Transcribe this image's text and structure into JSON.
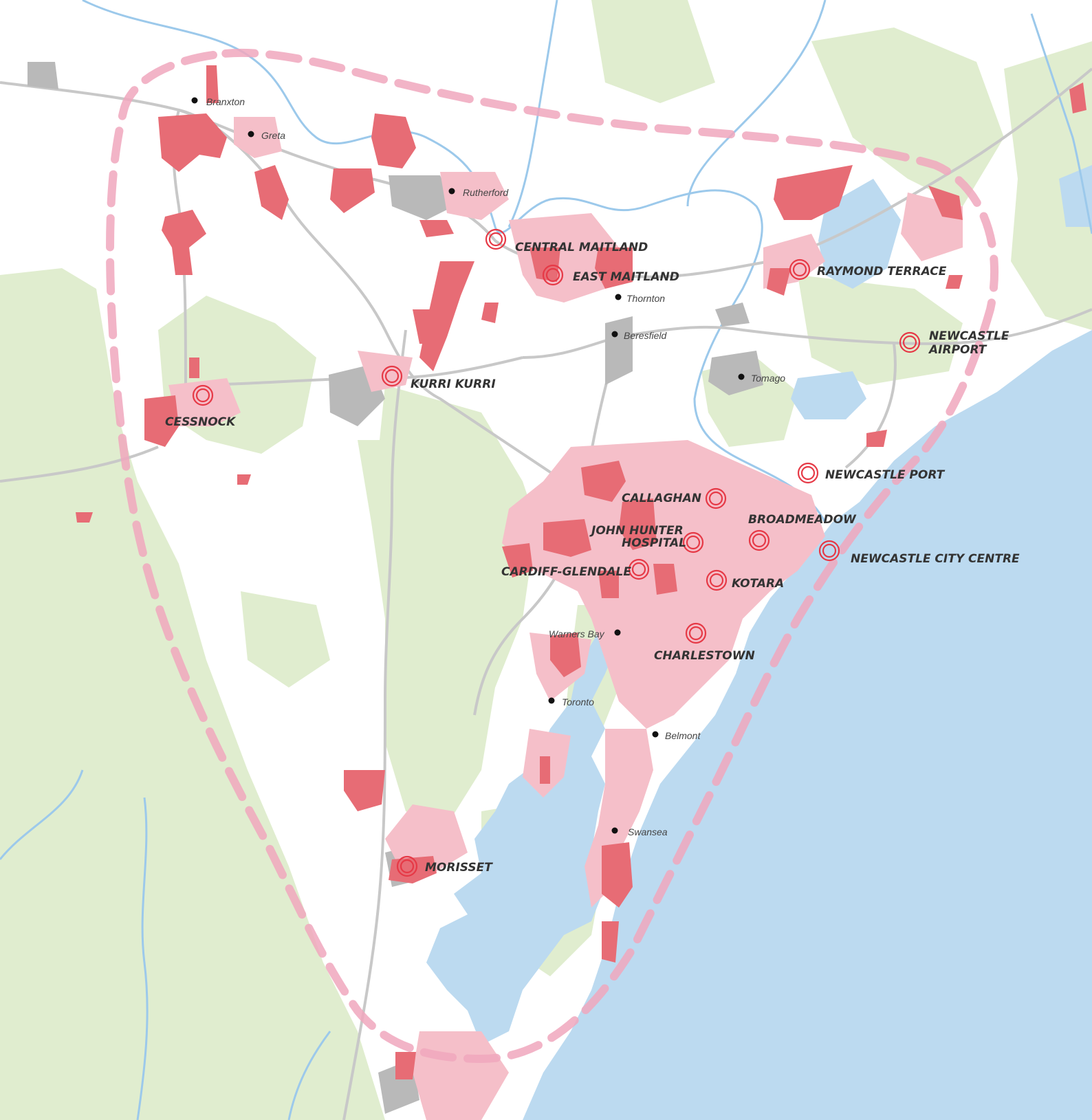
{
  "colors": {
    "ocean": "#bcdaf0",
    "lake": "#bcdaf0",
    "river": "#9cc9eb",
    "bushland": "#e0edcf",
    "urban": "#f5bfc9",
    "growth_area": "#e76c75",
    "industrial": "#b9b9b9",
    "road": "#c8c8c8",
    "boundary": "#f0a7bd",
    "center_marker": "#e63946",
    "label": "#333333"
  },
  "icons": {
    "strategic_center": "double-ring-icon",
    "town": "dot-icon"
  },
  "strategic_centers": [
    {
      "id": "central-maitland",
      "label": "CENTRAL MAITLAND",
      "line2": ""
    },
    {
      "id": "east-maitland",
      "label": "EAST MAITLAND",
      "line2": ""
    },
    {
      "id": "raymond-terrace",
      "label": "RAYMOND TERRACE",
      "line2": ""
    },
    {
      "id": "newcastle-airport",
      "label": "NEWCASTLE",
      "line2": "AIRPORT"
    },
    {
      "id": "kurri-kurri",
      "label": "KURRI KURRI",
      "line2": ""
    },
    {
      "id": "cessnock",
      "label": "CESSNOCK",
      "line2": ""
    },
    {
      "id": "newcastle-port",
      "label": "NEWCASTLE PORT",
      "line2": ""
    },
    {
      "id": "callaghan",
      "label": "CALLAGHAN",
      "line2": ""
    },
    {
      "id": "broadmeadow",
      "label": "BROADMEADOW",
      "line2": ""
    },
    {
      "id": "john-hunter-hospital",
      "label": "JOHN HUNTER",
      "line2": "HOSPITAL"
    },
    {
      "id": "newcastle-city-centre",
      "label": "NEWCASTLE CITY CENTRE",
      "line2": ""
    },
    {
      "id": "cardiff-glendale",
      "label": "CARDIFF-GLENDALE",
      "line2": ""
    },
    {
      "id": "kotara",
      "label": "KOTARA",
      "line2": ""
    },
    {
      "id": "charlestown",
      "label": "CHARLESTOWN",
      "line2": ""
    },
    {
      "id": "morisset",
      "label": "MORISSET",
      "line2": ""
    }
  ],
  "towns": [
    {
      "id": "branxton",
      "label": "Branxton"
    },
    {
      "id": "greta",
      "label": "Greta"
    },
    {
      "id": "rutherford",
      "label": "Rutherford"
    },
    {
      "id": "thornton",
      "label": "Thornton"
    },
    {
      "id": "beresfield",
      "label": "Beresfield"
    },
    {
      "id": "tomago",
      "label": "Tomago"
    },
    {
      "id": "warners-bay",
      "label": "Warners Bay"
    },
    {
      "id": "toronto",
      "label": "Toronto"
    },
    {
      "id": "belmont",
      "label": "Belmont"
    },
    {
      "id": "swansea",
      "label": "Swansea"
    }
  ]
}
